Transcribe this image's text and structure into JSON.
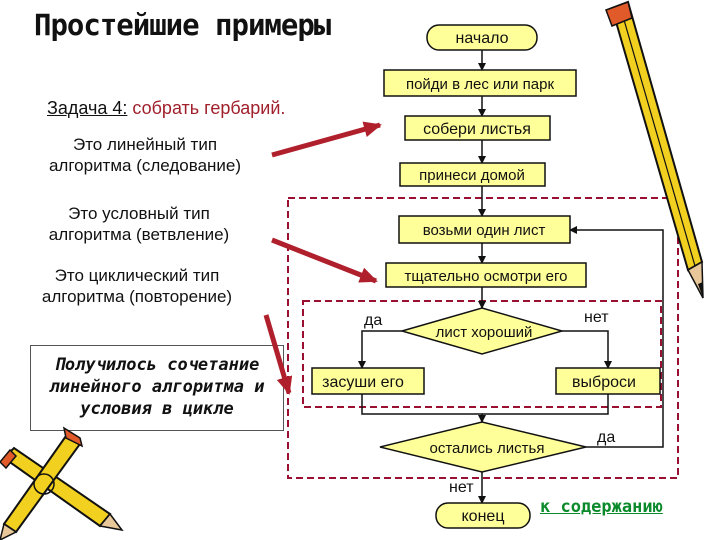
{
  "title": "Простейшие примеры",
  "task": {
    "prefix": "Задача 4:",
    "text": " собрать гербарий."
  },
  "notes": {
    "linear": [
      "Это линейный тип",
      "алгоритма (следование)"
    ],
    "conditional": [
      "Это условный тип",
      "алгоритма (ветвление)"
    ],
    "cyclic": [
      "Это циклический тип",
      "алгоритма (повторение)"
    ]
  },
  "conclusion": [
    "Получилось сочетание",
    "линейного алгоритма и",
    "условия в цикле"
  ],
  "flow": {
    "start": "начало",
    "step1": "пойди в лес или парк",
    "step2": "собери листья",
    "step3": "принеси домой",
    "step4": "возьми один лист",
    "step5": "тщательно осмотри его",
    "decision1": "лист хороший",
    "yes1": "да",
    "no1": "нет",
    "yes_action": "засуши его",
    "no_action": "выброси",
    "decision2": "остались листья",
    "yes2": "да",
    "no2": "нет",
    "end": "конец"
  },
  "toc_link": "к содержанию",
  "colors": {
    "box_fill": "#ffff99",
    "arrow_red": "#b0202c",
    "frame": "#9a1030",
    "link": "#0a8a2a"
  }
}
